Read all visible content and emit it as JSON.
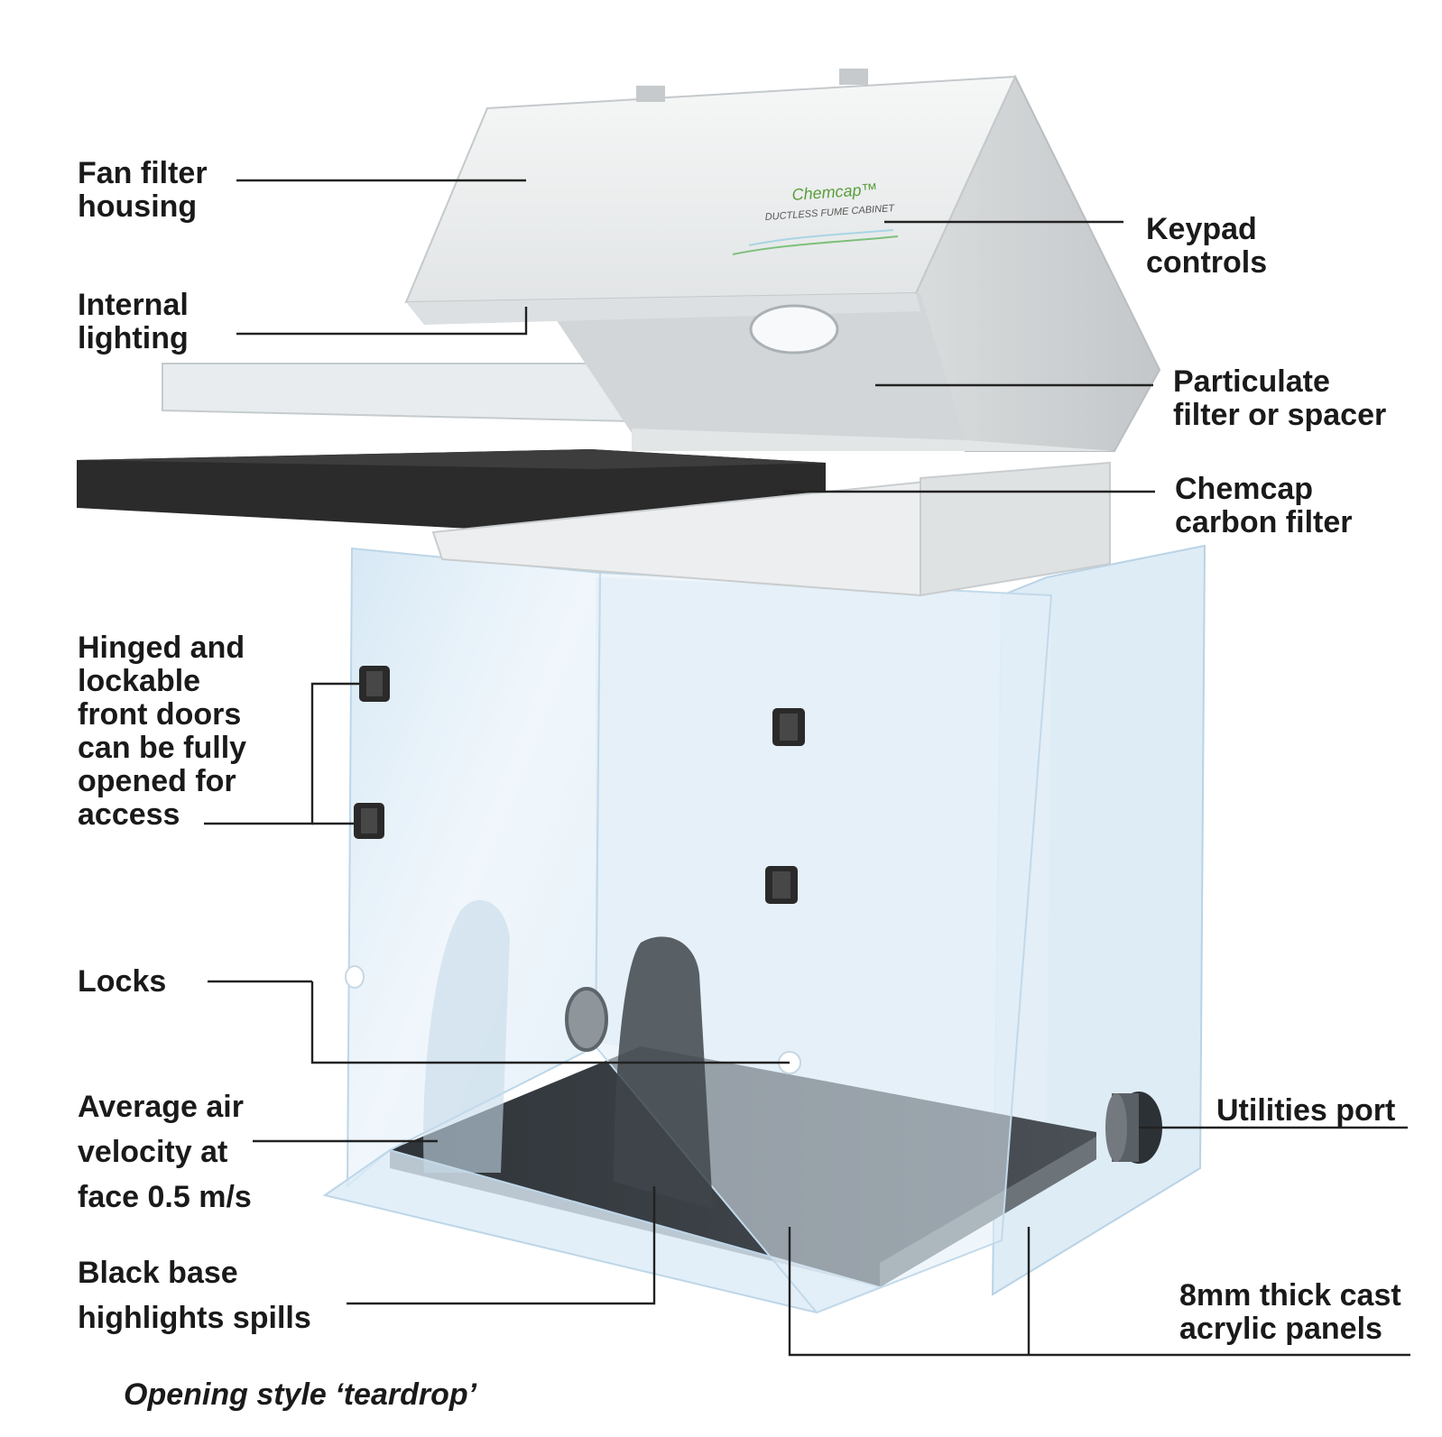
{
  "labels": {
    "fan_filter_housing": [
      "Fan filter",
      "housing"
    ],
    "internal_lighting": [
      "Internal",
      "lighting"
    ],
    "keypad_controls": [
      "Keypad",
      "controls"
    ],
    "particulate_filter": [
      "Particulate",
      "filter or spacer"
    ],
    "carbon_filter": [
      "Chemcap",
      "carbon filter"
    ],
    "front_doors": [
      "Hinged and",
      "lockable",
      "front doors",
      "can be fully",
      "opened for",
      "access"
    ],
    "locks": [
      "Locks"
    ],
    "air_velocity": [
      "Average air",
      "velocity at",
      "face 0.5 m/s"
    ],
    "utilities_port": [
      "Utilities port"
    ],
    "black_base": [
      "Black base",
      "highlights spills"
    ],
    "acrylic_panels": [
      "8mm thick cast",
      "acrylic panels"
    ]
  },
  "caption": "Opening style ‘teardrop’",
  "housing_logo": {
    "brand": "Chemcap™",
    "subtitle": "DUCTLESS FUME CABINET"
  },
  "colors": {
    "text": "#1a1a1a",
    "leader_line": "#222222",
    "housing": "#eef0f0",
    "acrylic": "#d6e8f4",
    "carbon_filter": "#2b2b2b",
    "base": "#3a3f44",
    "brand_green": "#5a9e3a"
  }
}
